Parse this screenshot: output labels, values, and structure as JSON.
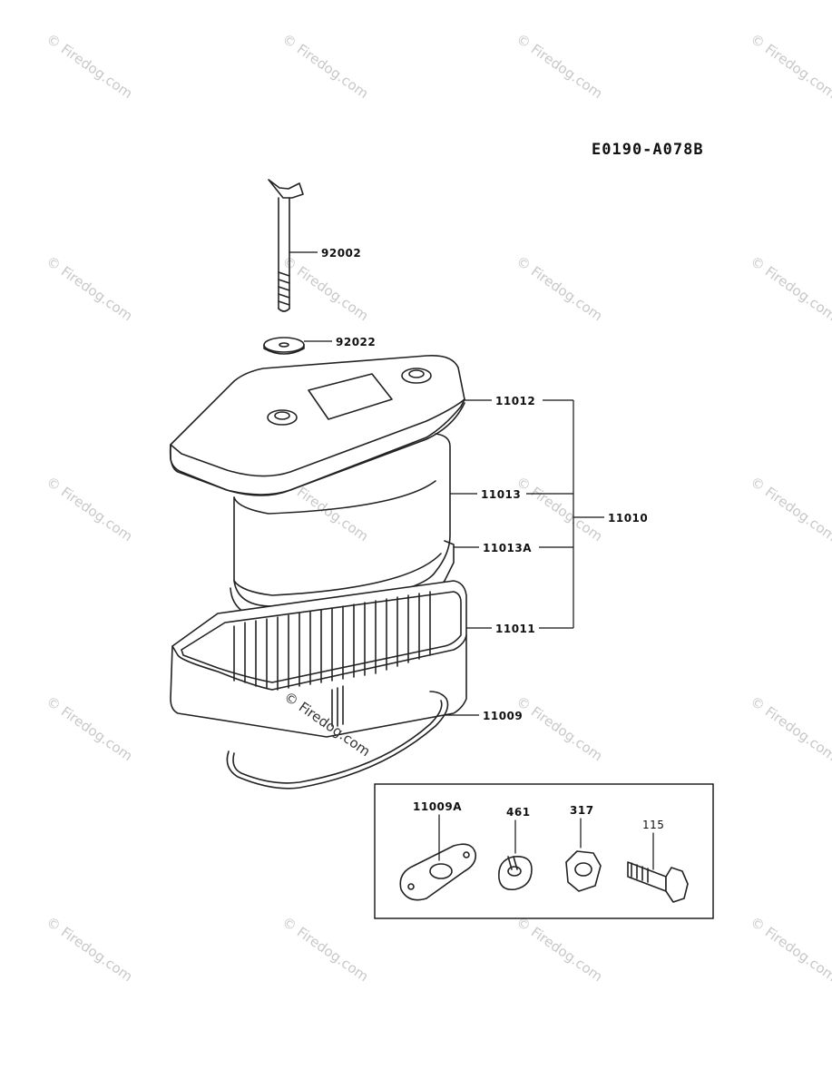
{
  "diagram_code": "E0190-A078B",
  "parts": {
    "wing_bolt": "92002",
    "washer": "92022",
    "cover": "11012",
    "element": "11013",
    "seal": "11013A",
    "assembly": "11010",
    "base": "11011",
    "gasket": "11009"
  },
  "inset_parts": {
    "gasket_a": "11009A",
    "lock_washer": "461",
    "nut": "317",
    "bolt": "115"
  },
  "watermark": "© Firedog.com"
}
